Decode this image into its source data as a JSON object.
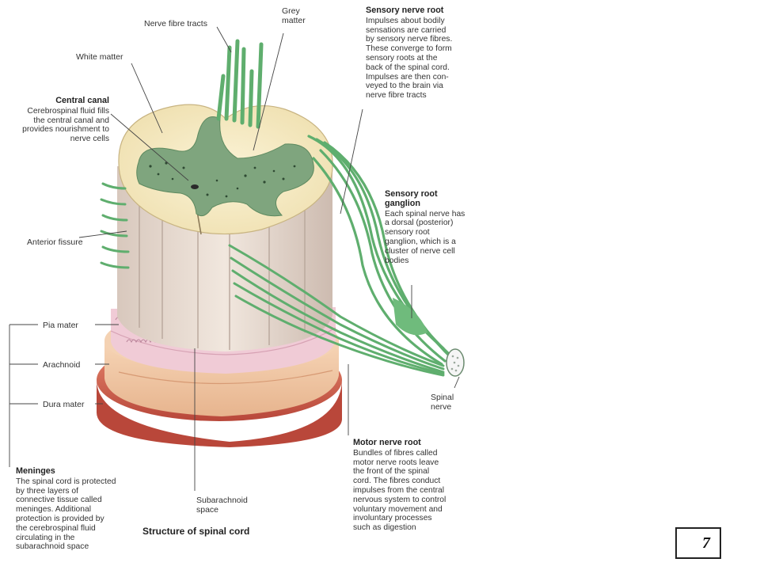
{
  "labels": {
    "nerve_fibre_tracts": "Nerve fibre tracts",
    "grey_matter": "Grey\nmatter",
    "white_matter": "White matter",
    "anterior_fissure": "Anterior fissure",
    "pia_mater": "Pia mater",
    "arachnoid": "Arachnoid",
    "dura_mater": "Dura mater",
    "subarachnoid_space": "Subarachnoid\nspace",
    "spinal_nerve": "Spinal\nnerve"
  },
  "blocks": {
    "central_canal": {
      "title": "Central canal",
      "body": "Cerebrospinal fluid fills\nthe central canal and\nprovides nourishment to\nnerve cells"
    },
    "sensory_nerve_root": {
      "title": "Sensory nerve root",
      "body": "Impulses about bodily\nsensations are carried\nby sensory nerve fibres.\nThese converge to form\nsensory roots at the\nback of the spinal cord.\nImpulses are then con-\nveyed to the brain via\nnerve fibre tracts"
    },
    "sensory_root_ganglion": {
      "title": "Sensory root\nganglion",
      "body": "Each spinal nerve has\na dorsal (posterior)\nsensory root\nganglion, which is a\ncluster of nerve cell\nbodies"
    },
    "motor_nerve_root": {
      "title": "Motor nerve root",
      "body": "Bundles of fibres called\nmotor nerve roots leave\nthe front of the spinal\ncord. The fibres conduct\nimpulses from the central\nnervous system to control\nvoluntary movement and\ninvoluntary processes\nsuch as digestion"
    },
    "meninges": {
      "title": "Meninges",
      "body": "The spinal cord is protected\nby three layers of\nconnective tissue called\nmeninges. Additional\nprotection is provided by\nthe cerebrospinal fluid\ncirculating in the\nsubarachnoid space"
    }
  },
  "caption": "Structure of spinal cord",
  "page_number": "7",
  "colors": {
    "white_matter": "#f4ecc6",
    "grey_matter": "#7fa57e",
    "nerve_green": "#5fae6e",
    "column": "#e6d9cf",
    "pia": "#f0cbd6",
    "arachnoid": "#f2c9a8",
    "dura": "#d96a54"
  }
}
